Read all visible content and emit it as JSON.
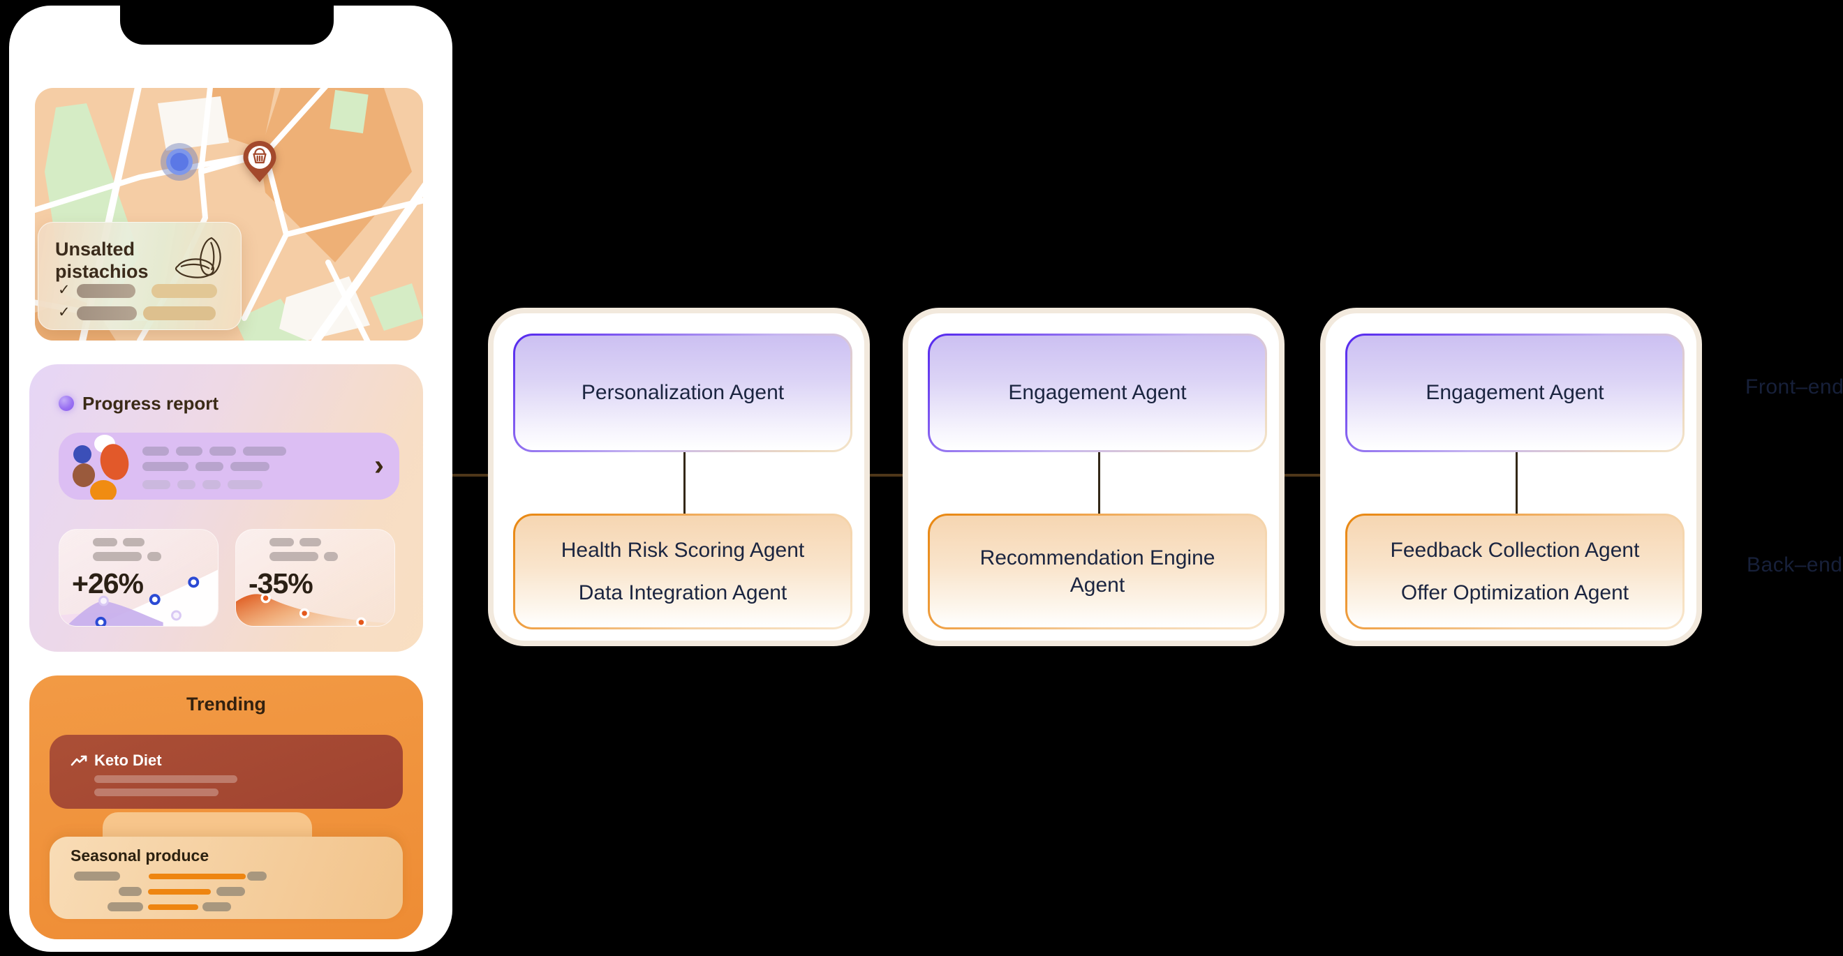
{
  "phone": {
    "map_card": {
      "product_card": {
        "title": "Unsalted pistachios"
      }
    },
    "progress_card": {
      "title": "Progress report",
      "stat_left": {
        "value": "+26%",
        "trend": "up"
      },
      "stat_right": {
        "value": "-35%",
        "trend": "down"
      }
    },
    "trending_card": {
      "title": "Trending",
      "item_keto": {
        "label": "Keto Diet"
      },
      "item_seasonal": {
        "label": "Seasonal produce"
      }
    }
  },
  "diagram": {
    "cards": [
      {
        "front_label": "Personalization Agent",
        "back_labels": [
          "Health Risk Scoring Agent",
          "Data Integration Agent"
        ]
      },
      {
        "front_label": "Engagement Agent",
        "back_labels": [
          "Recommendation Engine Agent",
          ""
        ]
      },
      {
        "front_label": "Engagement Agent",
        "back_labels": [
          "Feedback Collection Agent",
          "Offer Optimization Agent"
        ]
      }
    ],
    "side_labels": {
      "front": "Front–end",
      "back": "Back–end"
    }
  },
  "icons": {
    "chevron_right": "›",
    "checkmark": "✓"
  },
  "colors": {
    "background": "#000000",
    "accent_purple": "#5226ee",
    "accent_orange": "#e8860f",
    "agent_text_navy": "#1b2540",
    "connector_brown": "#4e3619",
    "pin_brick": "#a3492c",
    "trending_orange": "#ef9440",
    "keto_brick": "#a84b33",
    "progress_lavender": "#dcbef3"
  }
}
